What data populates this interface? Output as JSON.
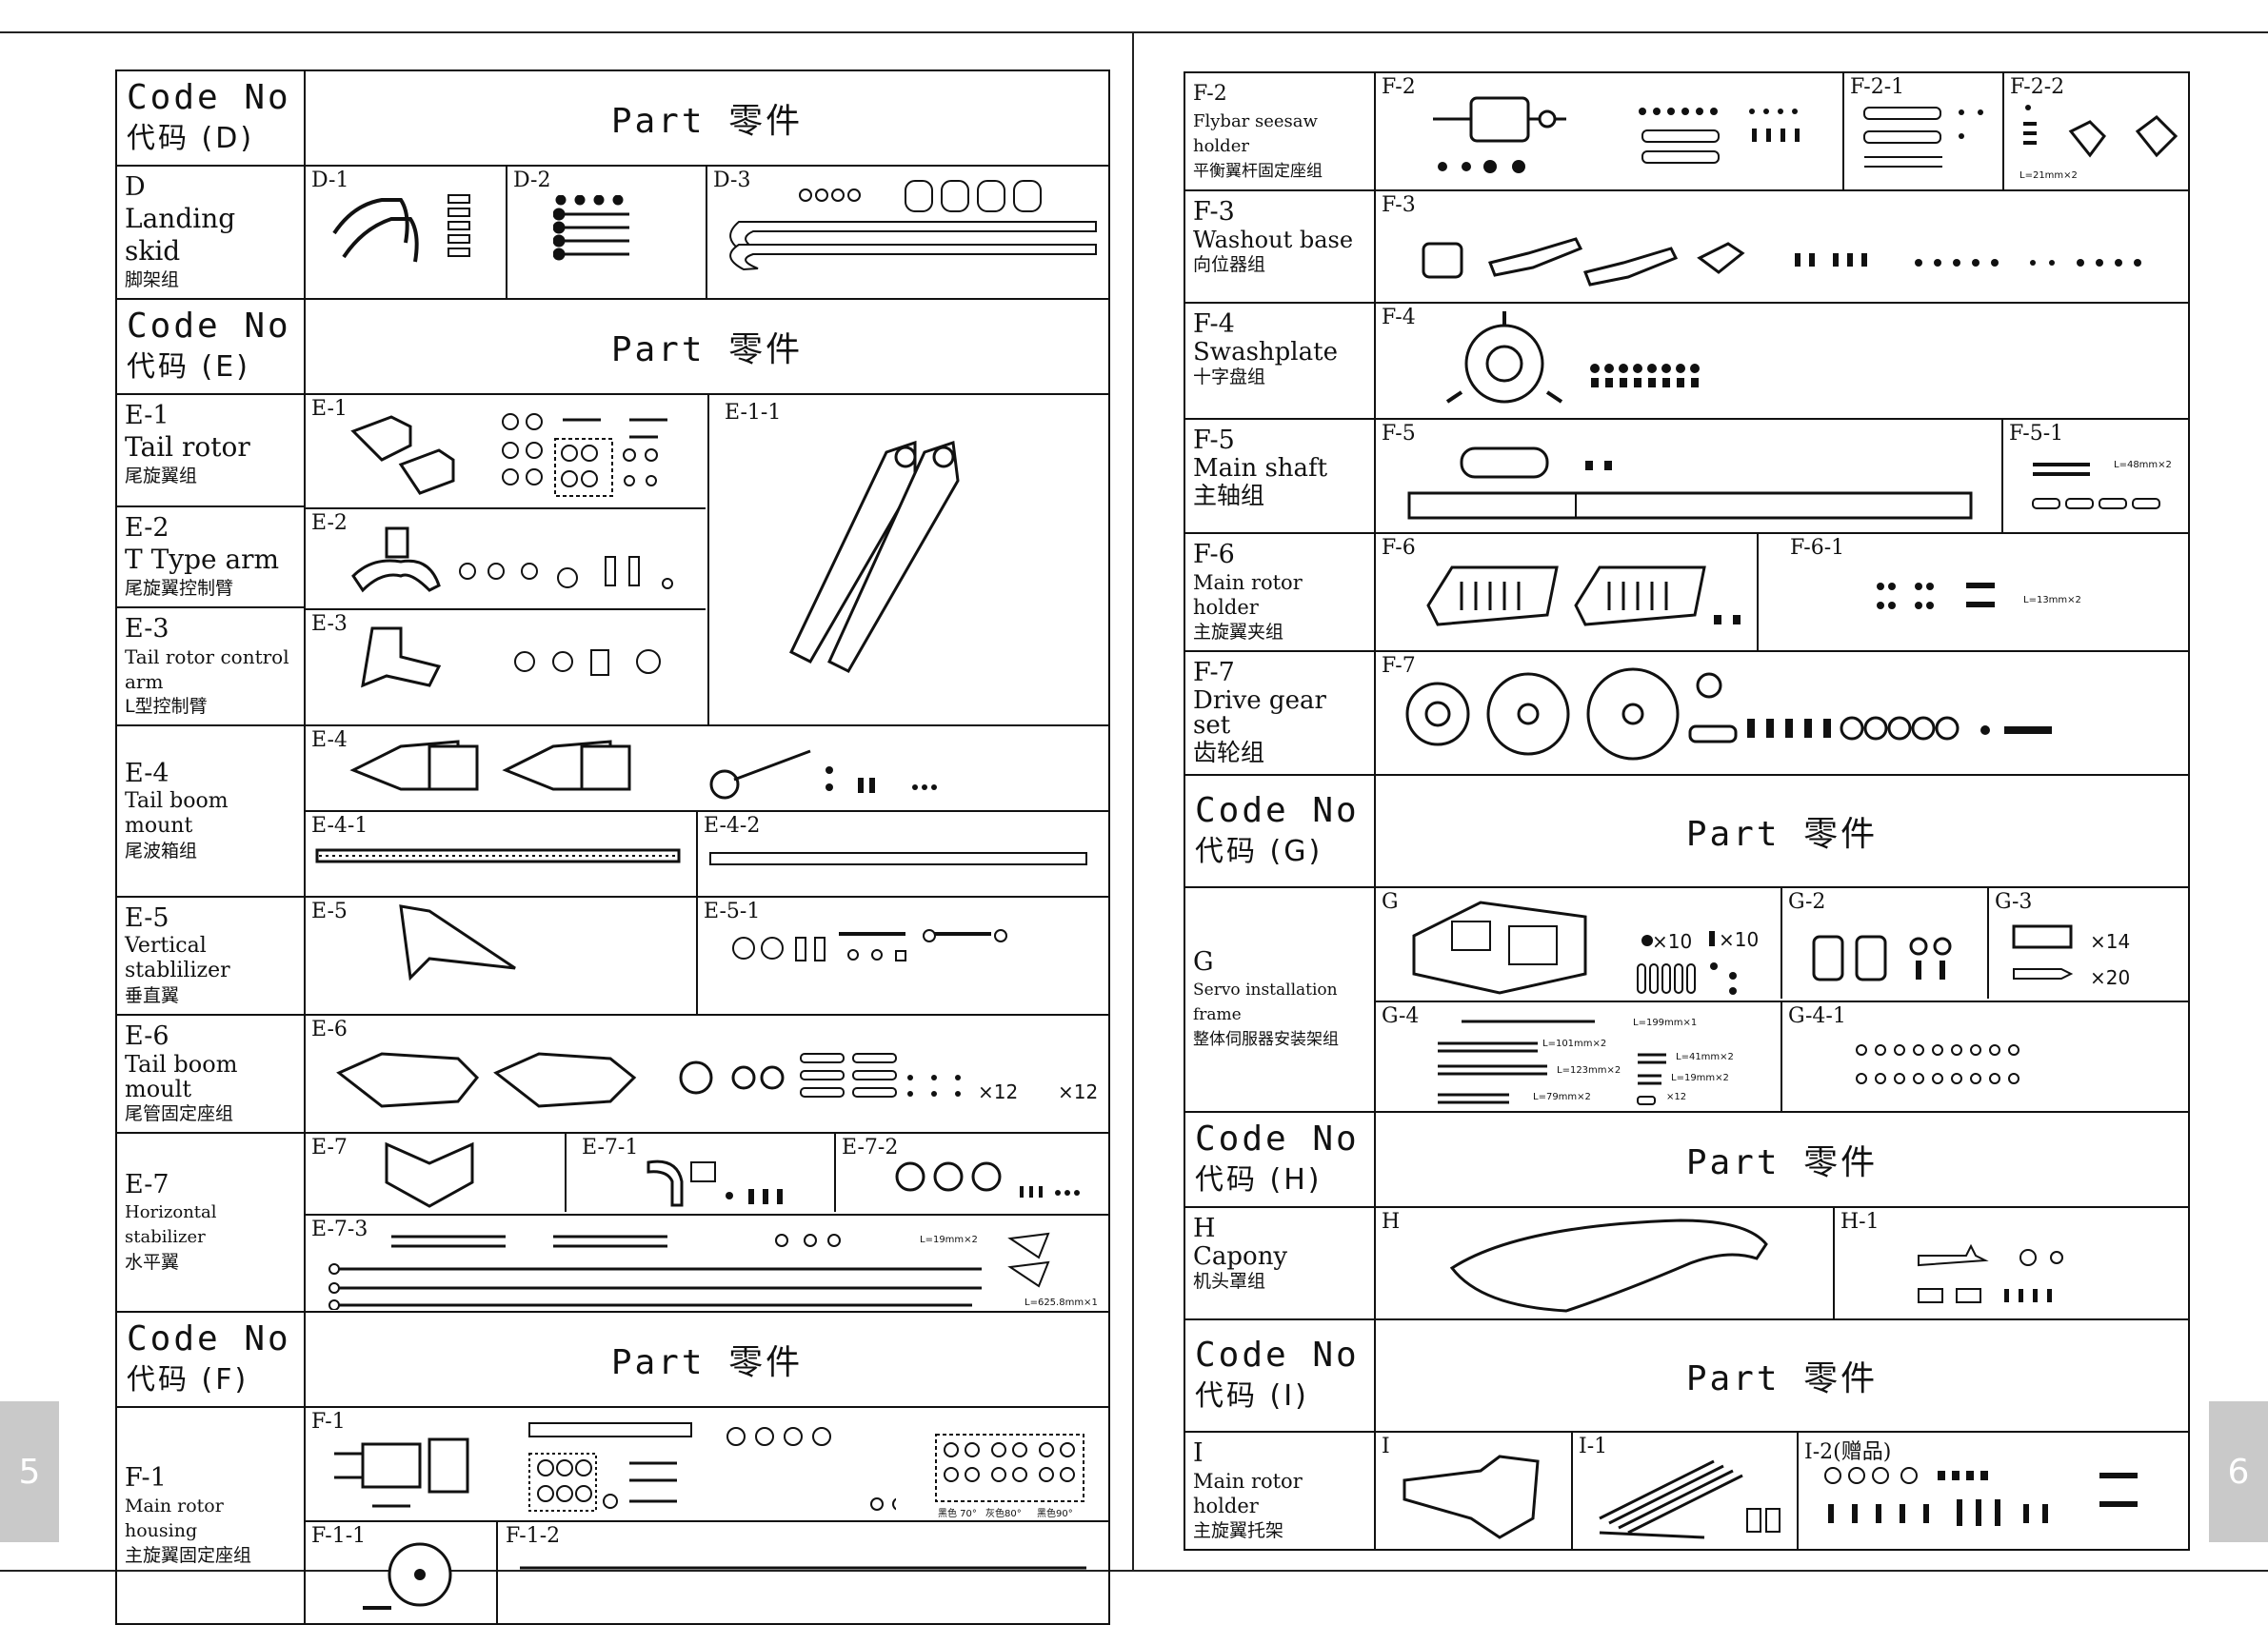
{
  "left_page": {
    "page_number": "5",
    "sections": {
      "D": {
        "code": "Code No",
        "code_cn": "代码 (D)",
        "part": "Part 零件"
      },
      "E": {
        "code": "Code No",
        "code_cn": "代码 (E)",
        "part": "Part 零件"
      },
      "F": {
        "code": "Code No",
        "code_cn": "代码 (F)",
        "part": "Part 零件"
      }
    },
    "rows": {
      "D": {
        "code": "D",
        "en": "Landing skid",
        "cn": "脚架组",
        "cells": [
          "D-1",
          "D-2",
          "D-3"
        ]
      },
      "E1": {
        "code": "E-1",
        "en": "Tail rotor",
        "cn": "尾旋翼组",
        "cells": [
          "E-1",
          "E-1-1"
        ]
      },
      "E2": {
        "code": "E-2",
        "en": "T Type arm",
        "cn": "尾旋翼控制臂",
        "cells": [
          "E-2"
        ]
      },
      "E3": {
        "code": "E-3",
        "en": "Tail rotor control arm",
        "cn": "L型控制臂",
        "cells": [
          "E-3"
        ]
      },
      "E4": {
        "code": "E-4",
        "en": "Tail boom mount",
        "cn": "尾波箱组",
        "cells": [
          "E-4",
          "E-4-1",
          "E-4-2"
        ]
      },
      "E5": {
        "code": "E-5",
        "en": "Vertical stablilizer",
        "cn": "垂直翼",
        "cells": [
          "E-5",
          "E-5-1"
        ]
      },
      "E6": {
        "code": "E-6",
        "en": "Tail boom moult",
        "cn": "尾管固定座组",
        "cells": [
          "E-6"
        ],
        "qty": [
          "×12",
          "×12"
        ]
      },
      "E7": {
        "code": "E-7",
        "en": "Horizontal stabilizer",
        "cn": "水平翼",
        "cells": [
          "E-7",
          "E-7-1",
          "E-7-2",
          "E-7-3"
        ],
        "notes": [
          "L=19mm×2",
          "L=625.8mm×1"
        ]
      },
      "F1": {
        "code": "F-1",
        "en": "Main rotor housing",
        "cn": "主旋翼固定座组",
        "cells": [
          "F-1",
          "F-1-1",
          "F-1-2"
        ],
        "notes": [
          "黑色 70°",
          "灰色80°",
          "黑色90°"
        ]
      }
    }
  },
  "right_page": {
    "page_number": "6",
    "sections": {
      "G": {
        "code": "Code No",
        "code_cn": "代码 (G)",
        "part": "Part 零件"
      },
      "H": {
        "code": "Code No",
        "code_cn": "代码 (H)",
        "part": "Part 零件"
      },
      "I": {
        "code": "Code No",
        "code_cn": "代码 (I)",
        "part": "Part 零件"
      }
    },
    "rows": {
      "F2": {
        "code": "F-2",
        "en": "Flybar seesaw holder",
        "cn": "平衡翼杆固定座组",
        "cells": [
          "F-2",
          "F-2-1",
          "F-2-2"
        ],
        "notes": [
          "L=21mm×2"
        ]
      },
      "F3": {
        "code": "F-3",
        "en": "Washout base",
        "cn": "向位器组",
        "cells": [
          "F-3"
        ]
      },
      "F4": {
        "code": "F-4",
        "en": "Swashplate",
        "cn": "十字盘组",
        "cells": [
          "F-4"
        ]
      },
      "F5": {
        "code": "F-5",
        "en": "Main shaft",
        "cn": "主轴组",
        "cells": [
          "F-5",
          "F-5-1"
        ],
        "notes": [
          "L=48mm×2"
        ]
      },
      "F6": {
        "code": "F-6",
        "en": "Main rotor holder",
        "cn": "主旋翼夹组",
        "cells": [
          "F-6",
          "F-6-1"
        ],
        "notes": [
          "L=13mm×2"
        ]
      },
      "F7": {
        "code": "F-7",
        "en": "Drive gear set",
        "cn": "齿轮组",
        "cells": [
          "F-7"
        ]
      },
      "G": {
        "code": "G",
        "en": "Servo installation frame",
        "cn": "整体伺服器安装架组",
        "cells": [
          "G",
          "G-2",
          "G-3",
          "G-4",
          "G-4-1"
        ],
        "qty": [
          "×10",
          "×10",
          "×14",
          "×20"
        ],
        "notes": [
          "L=199mm×1",
          "L=101mm×2",
          "L=123mm×2",
          "L=41mm×2",
          "L=19mm×2",
          "L=79mm×2",
          "×12"
        ]
      },
      "H": {
        "code": "H",
        "en": "Capony",
        "cn": "机头罩组",
        "cells": [
          "H",
          "H-1"
        ]
      },
      "I": {
        "code": "I",
        "en": "Main rotor holder",
        "cn": "主旋翼托架",
        "cells": [
          "I",
          "I-1",
          "I-2(赠品)"
        ]
      }
    }
  }
}
